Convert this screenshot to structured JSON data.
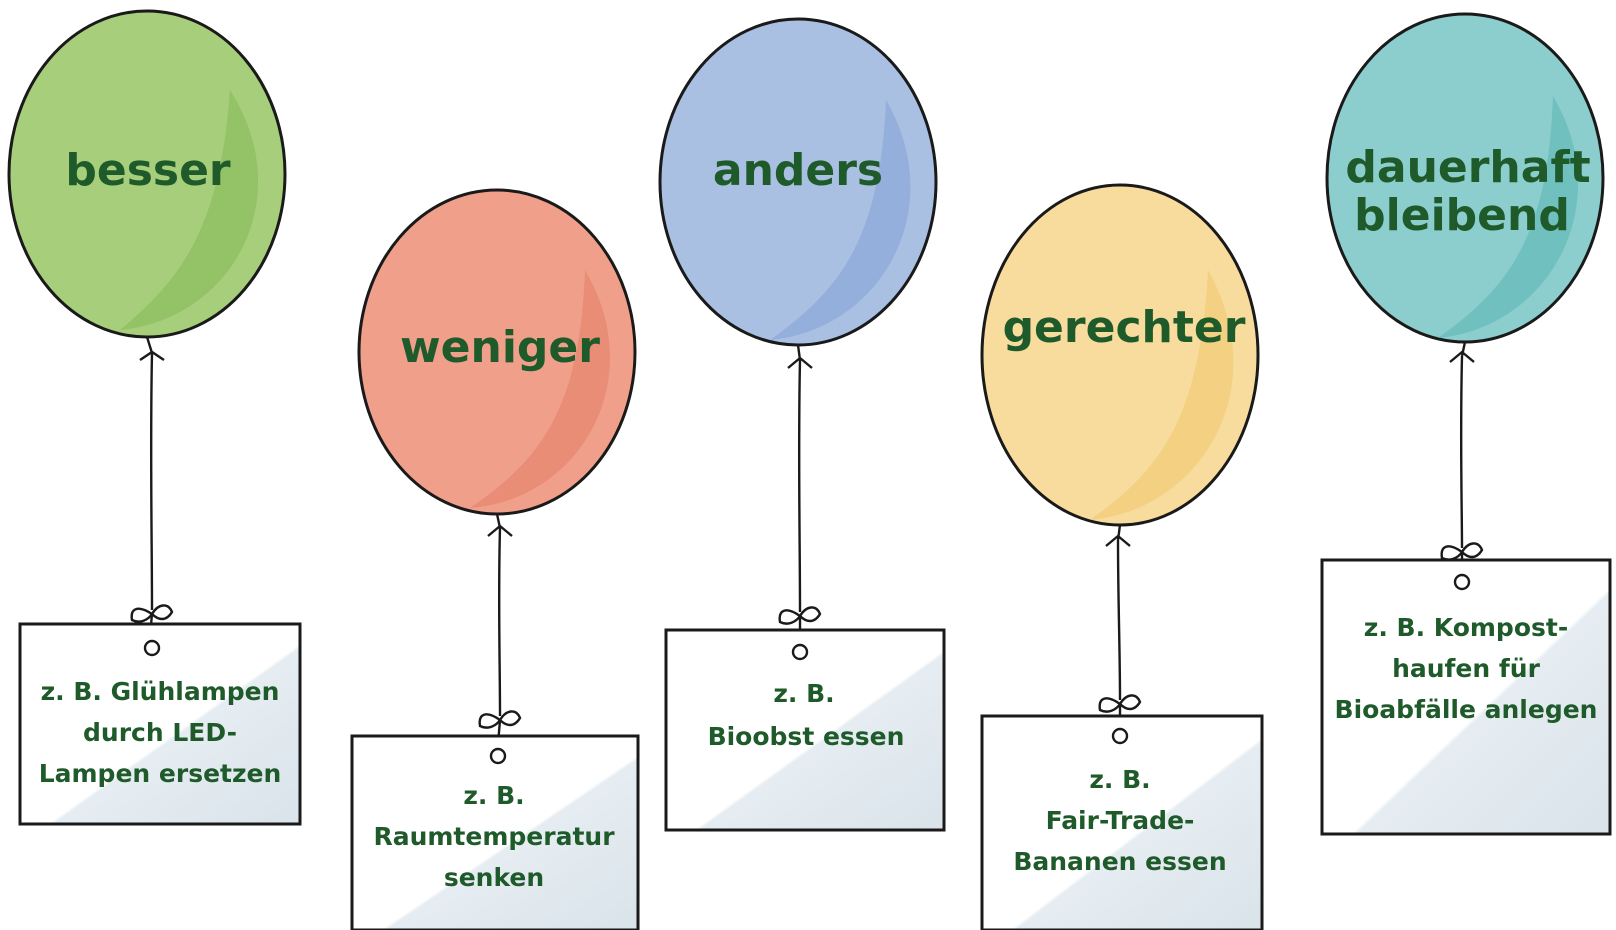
{
  "balloons": [
    {
      "label": "besser",
      "card_lines": [
        "z. B. Glühlampen",
        "durch LED-",
        "Lampen ersetzen"
      ],
      "color": "#a7cf7b",
      "shade": "#86bb59"
    },
    {
      "label": "weniger",
      "card_lines": [
        "z. B.",
        "Raumtemperatur",
        "senken"
      ],
      "color": "#f0a08a",
      "shade": "#e5806a"
    },
    {
      "label": "anders",
      "card_lines": [
        "z. B.",
        "Bioobst essen"
      ],
      "color": "#a9c0e3",
      "shade": "#87a4d6"
    },
    {
      "label": "gerechter",
      "card_lines": [
        "z. B.",
        "Fair-Trade-",
        "Bananen essen"
      ],
      "color": "#f7dc9d",
      "shade": "#f0c870"
    },
    {
      "label": "dauerhaft bleibend",
      "label_lines": [
        "dauerhaft",
        "bleibend"
      ],
      "card_lines": [
        "z. B. Kompost-",
        "haufen für",
        "Bioabfälle anlegen"
      ],
      "color": "#8ccdcd",
      "shade": "#5fb8b8"
    }
  ],
  "colors": {
    "text": "#1f5a2a",
    "outline": "#1a1a1a",
    "card_shade": "#e6edf2"
  }
}
